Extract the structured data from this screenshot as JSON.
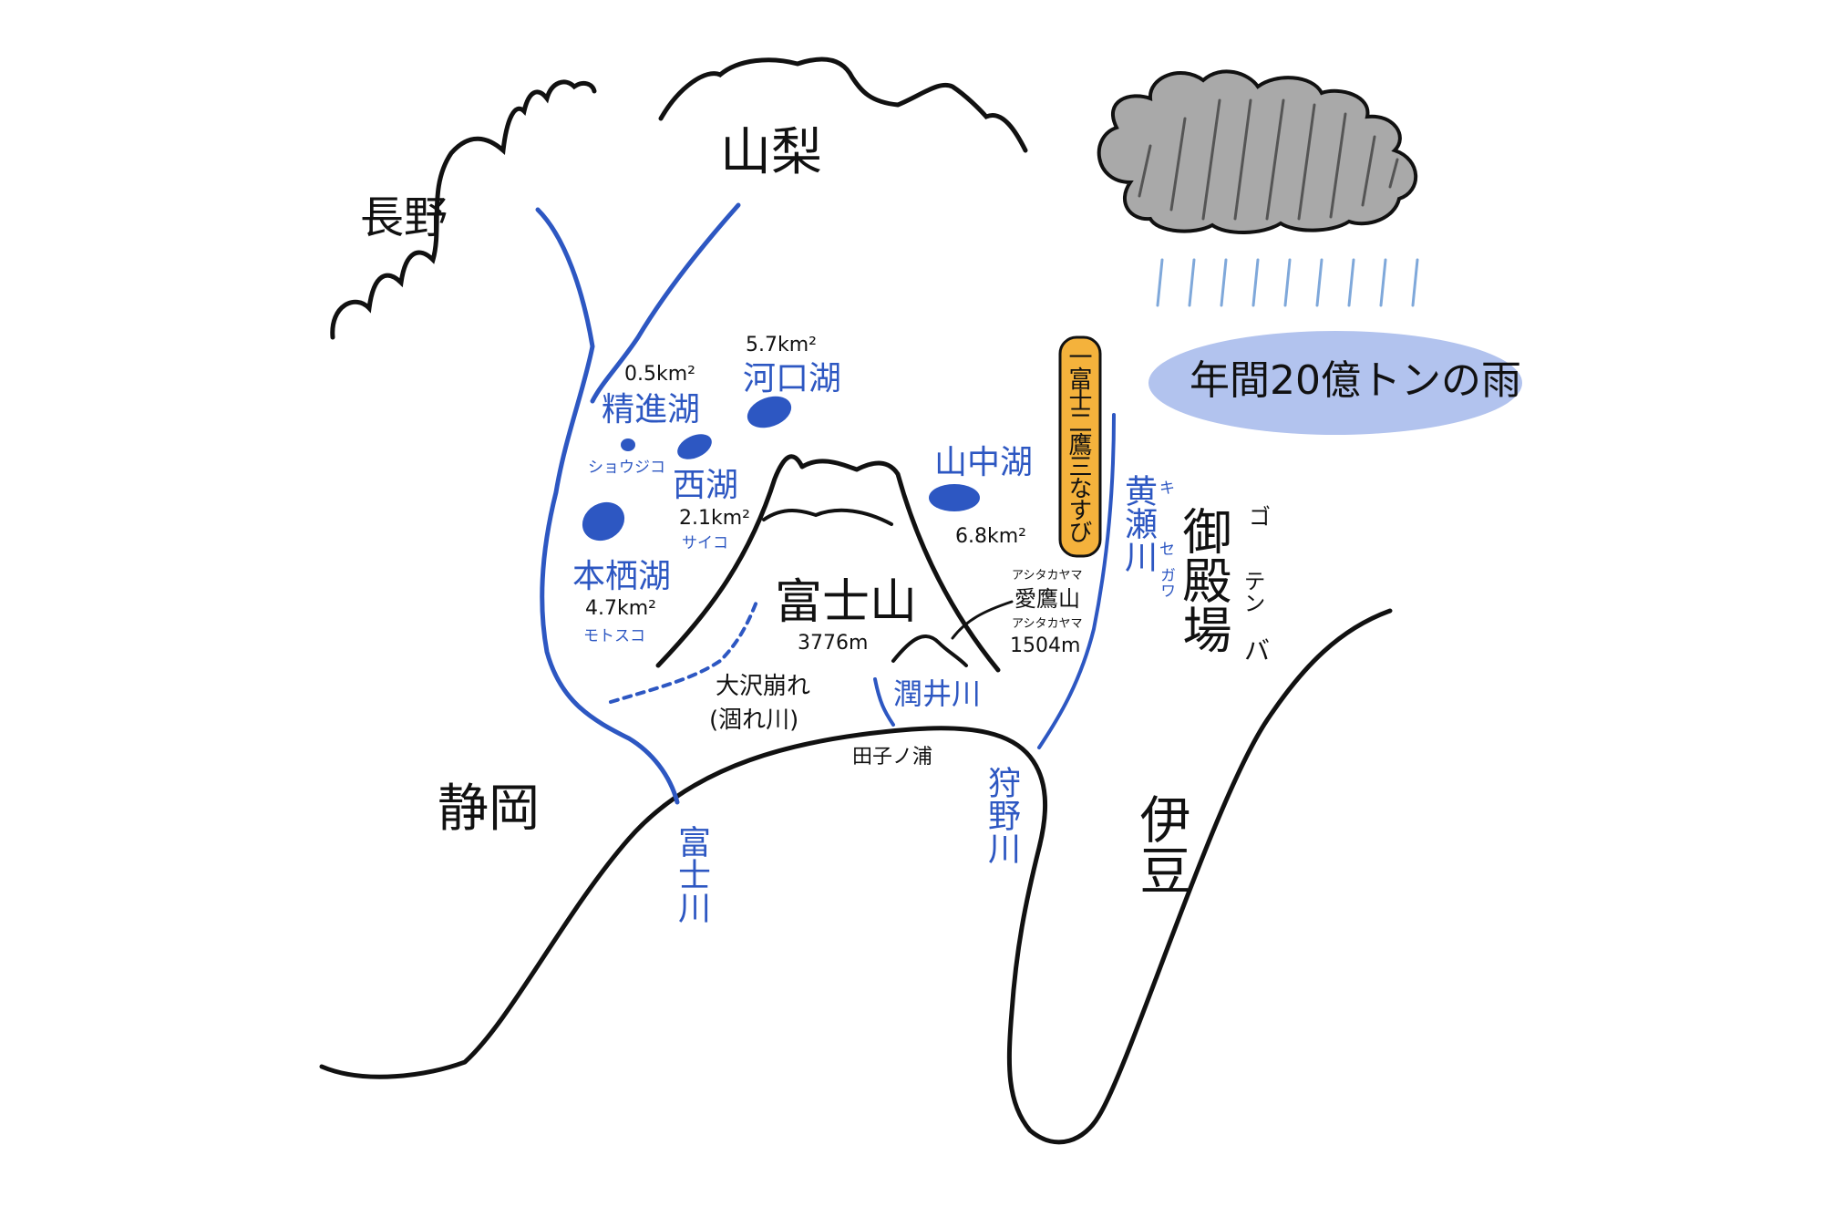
{
  "colors": {
    "line": "#111111",
    "river": "#2d57c2",
    "lake": "#2d57c2",
    "cloud": "#a9a9a9",
    "rain": "#7fa8da",
    "rain_badge": "#b2c3ee",
    "highlight": "#f4b23c"
  },
  "prefectures": {
    "nagano": "長野",
    "yamanashi": "山梨",
    "shizuoka": "静岡",
    "izu": "伊豆"
  },
  "mountain": {
    "name": "富士山",
    "height": "3776m"
  },
  "lakes": {
    "shoji": {
      "name": "精進湖",
      "area": "0.5km²",
      "reading": "ショウジコ"
    },
    "kawaguchi": {
      "name": "河口湖",
      "area": "5.7km²"
    },
    "sai": {
      "name": "西湖",
      "area": "2.1km²",
      "reading": "サイコ"
    },
    "motosu": {
      "name": "本栖湖",
      "area": "4.7km²",
      "reading": "モトスコ"
    },
    "yamanaka": {
      "name": "山中湖",
      "area": "6.8km²"
    }
  },
  "ashitaka": {
    "reading": "アシタカヤマ",
    "name": "愛鷹山",
    "height": "1504m"
  },
  "osawa": {
    "line1": "大沢崩れ",
    "line2": "(涸れ川)"
  },
  "rivers": {
    "urui": "潤井川",
    "fuji": "富士川",
    "kano": "狩野川",
    "kise": "黄瀬川",
    "kise_reading": [
      "キ",
      "セ",
      "ガワ"
    ]
  },
  "places": {
    "tagonoura": "田子ノ浦",
    "gotemba": "御殿場",
    "gotemba_reading": [
      "ゴ",
      "テン",
      "バ"
    ]
  },
  "proverb": "一富士二鷹三なすび",
  "rain_badge": "年間20億トンの雨"
}
